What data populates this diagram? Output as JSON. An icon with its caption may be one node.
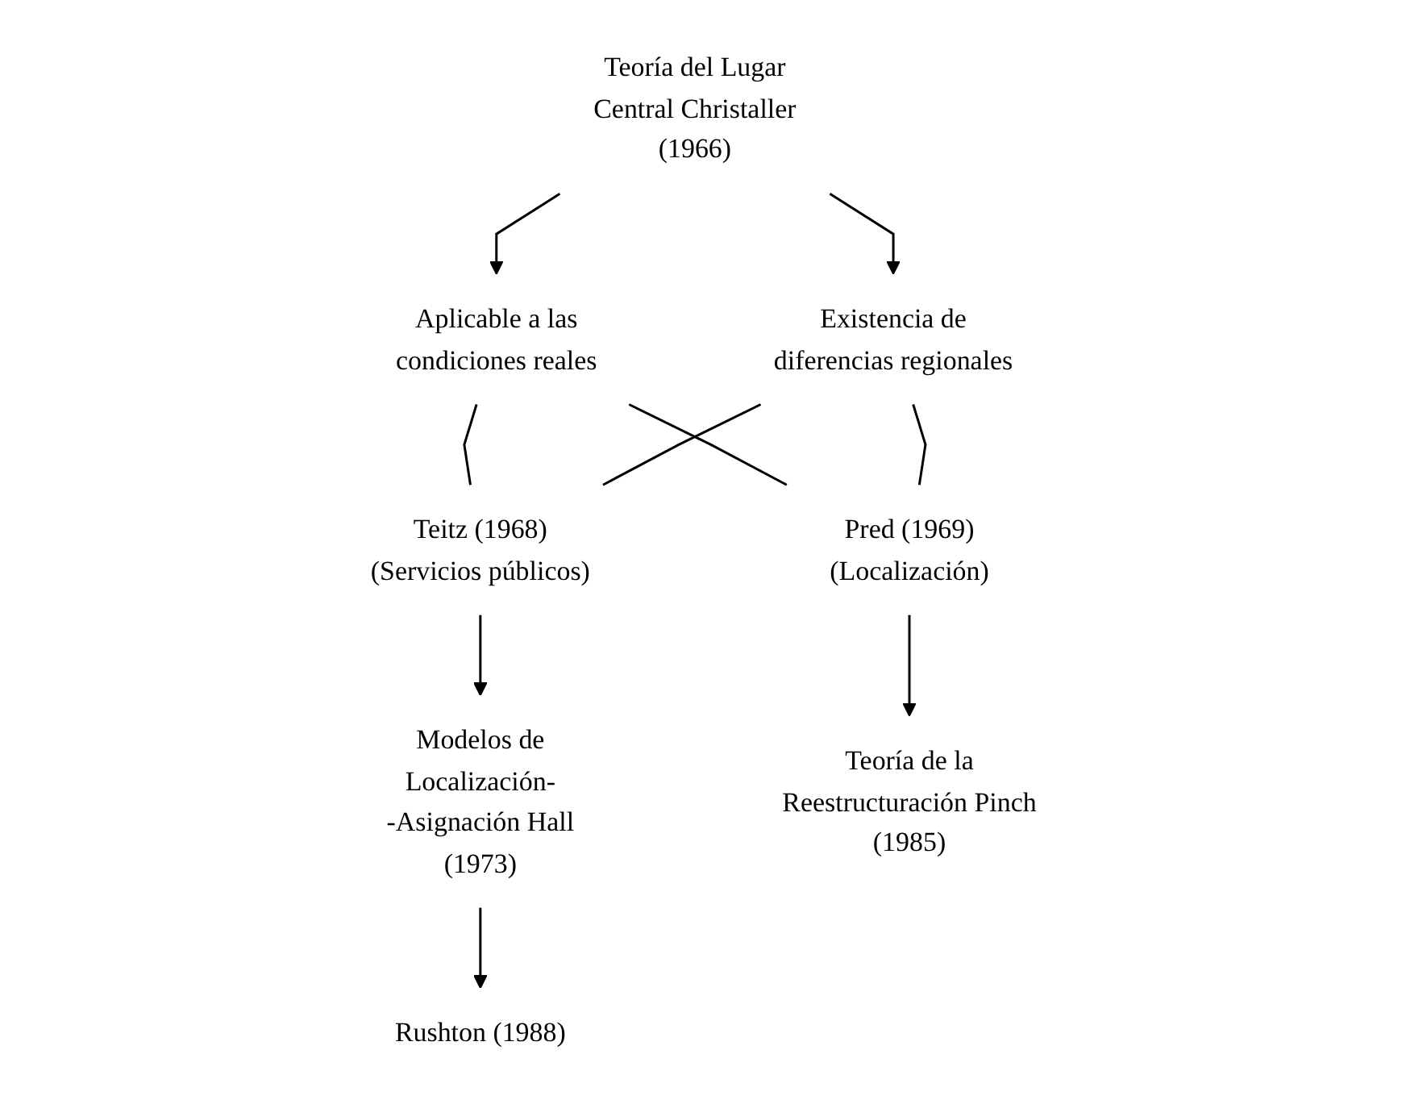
{
  "diagram": {
    "nodes": [
      {
        "text": [
          "Teoría del Lugar Central Christaller (1966)"
        ]
      },
      {
        "text": [
          "Aplicable a las condiciones reales"
        ]
      },
      {
        "text": [
          "Existencia de diferencias regionales"
        ]
      },
      {
        "text": [
          "Teitz (1968) (Servicios públicos)"
        ]
      },
      {
        "text": [
          "Pred (1969) (Localización)"
        ]
      },
      {
        "text": [
          "Modelos de Localización- -Asignación Hall (1973)"
        ]
      },
      {
        "text": [
          "Teoría de la Reestructuración Pinch (1985)"
        ]
      },
      {
        "text": [
          "Rushton (1988)"
        ]
      }
    ],
    "edges": [
      {
        "from": 0,
        "to": 1,
        "arrow": "to"
      },
      {
        "from": 0,
        "to": 2,
        "arrow": "to"
      },
      {
        "from": 1,
        "to": 3,
        "arrow": "none"
      },
      {
        "from": 1,
        "to": 4,
        "arrow": "none"
      },
      {
        "from": 2,
        "to": 3,
        "arrow": "none"
      },
      {
        "from": 2,
        "to": 4,
        "arrow": "none"
      },
      {
        "from": 3,
        "to": 5,
        "arrow": "to"
      },
      {
        "from": 4,
        "to": 6,
        "arrow": "to"
      },
      {
        "from": 5,
        "to": 7,
        "arrow": "to"
      }
    ]
  }
}
